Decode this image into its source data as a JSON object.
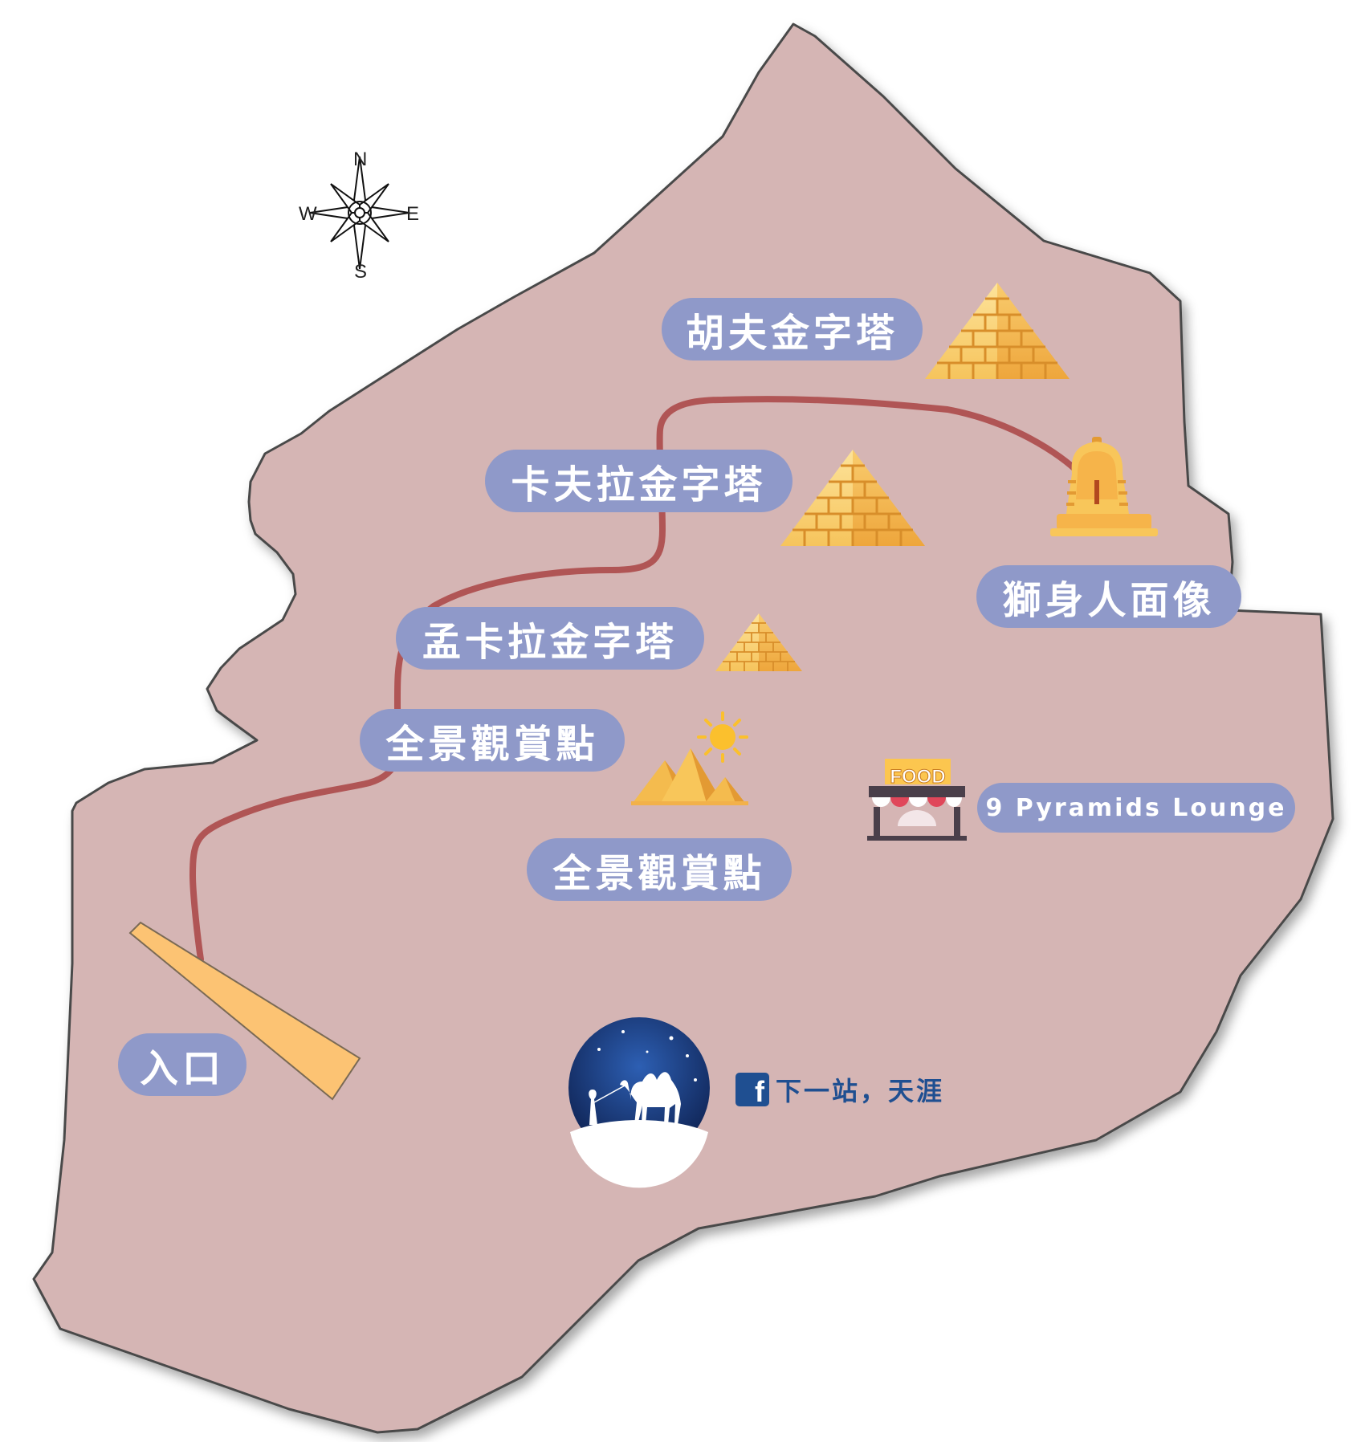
{
  "colors": {
    "region_fill": "#d5b5b4",
    "region_stroke": "#4a4a4a",
    "route": "#b05555",
    "label_bg": "#8f99c9",
    "label_text": "#ffffff",
    "entrance": "#fcc373",
    "brand": "#1f4f91"
  },
  "compass": {
    "north": "N",
    "south": "S",
    "east": "E",
    "west": "W"
  },
  "labels": {
    "khufu": "胡夫金字塔",
    "khafre": "卡夫拉金字塔",
    "sphinx": "獅身人面像",
    "menkaure": "孟卡拉金字塔",
    "viewpoint_1": "全景觀賞點",
    "viewpoint_2": "全景觀賞點",
    "restaurant": "9 Pyramids Lounge",
    "entrance": "入口"
  },
  "icons": {
    "food_sign": "FOOD",
    "pyramid": "pyramid-icon",
    "sphinx": "sphinx-icon",
    "restaurant": "restaurant-icon",
    "viewpoint": "pyramids-sun-icon",
    "logo": "camel-night-logo"
  },
  "brand": {
    "icon": "f",
    "name": "下一站，天涯"
  }
}
